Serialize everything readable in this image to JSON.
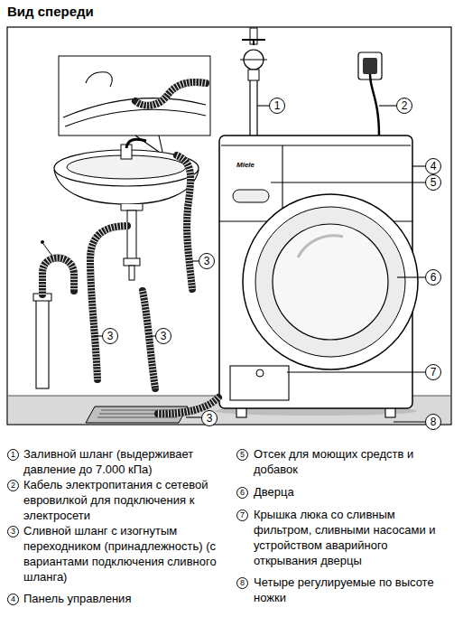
{
  "diagram": {
    "title": "Вид спереди",
    "labels": [
      "1",
      "2",
      "4",
      "Miele",
      "5",
      "3",
      "6",
      "3",
      "3",
      "7",
      "3",
      "8",
      "1",
      "Заливной шланг (выдерживает давление до 7.000 кПа)",
      "2",
      "Кабель электропитания с сетевой евровилкой для подключения к электросети",
      "3",
      "Сливной шланг с изогнутым переходником (принадлежность) (с вариантами подключения сливного шланга)",
      "4",
      "Панель управления",
      "5",
      "Отсек для моющих средств и добавок",
      "6",
      "Дверца",
      "7",
      "Крышка люка со сливным фильтром, сливными насосами и устройством аварийного открывания дверцы",
      "8",
      "Четыре регулируемые по высоте ножки"
    ]
  }
}
